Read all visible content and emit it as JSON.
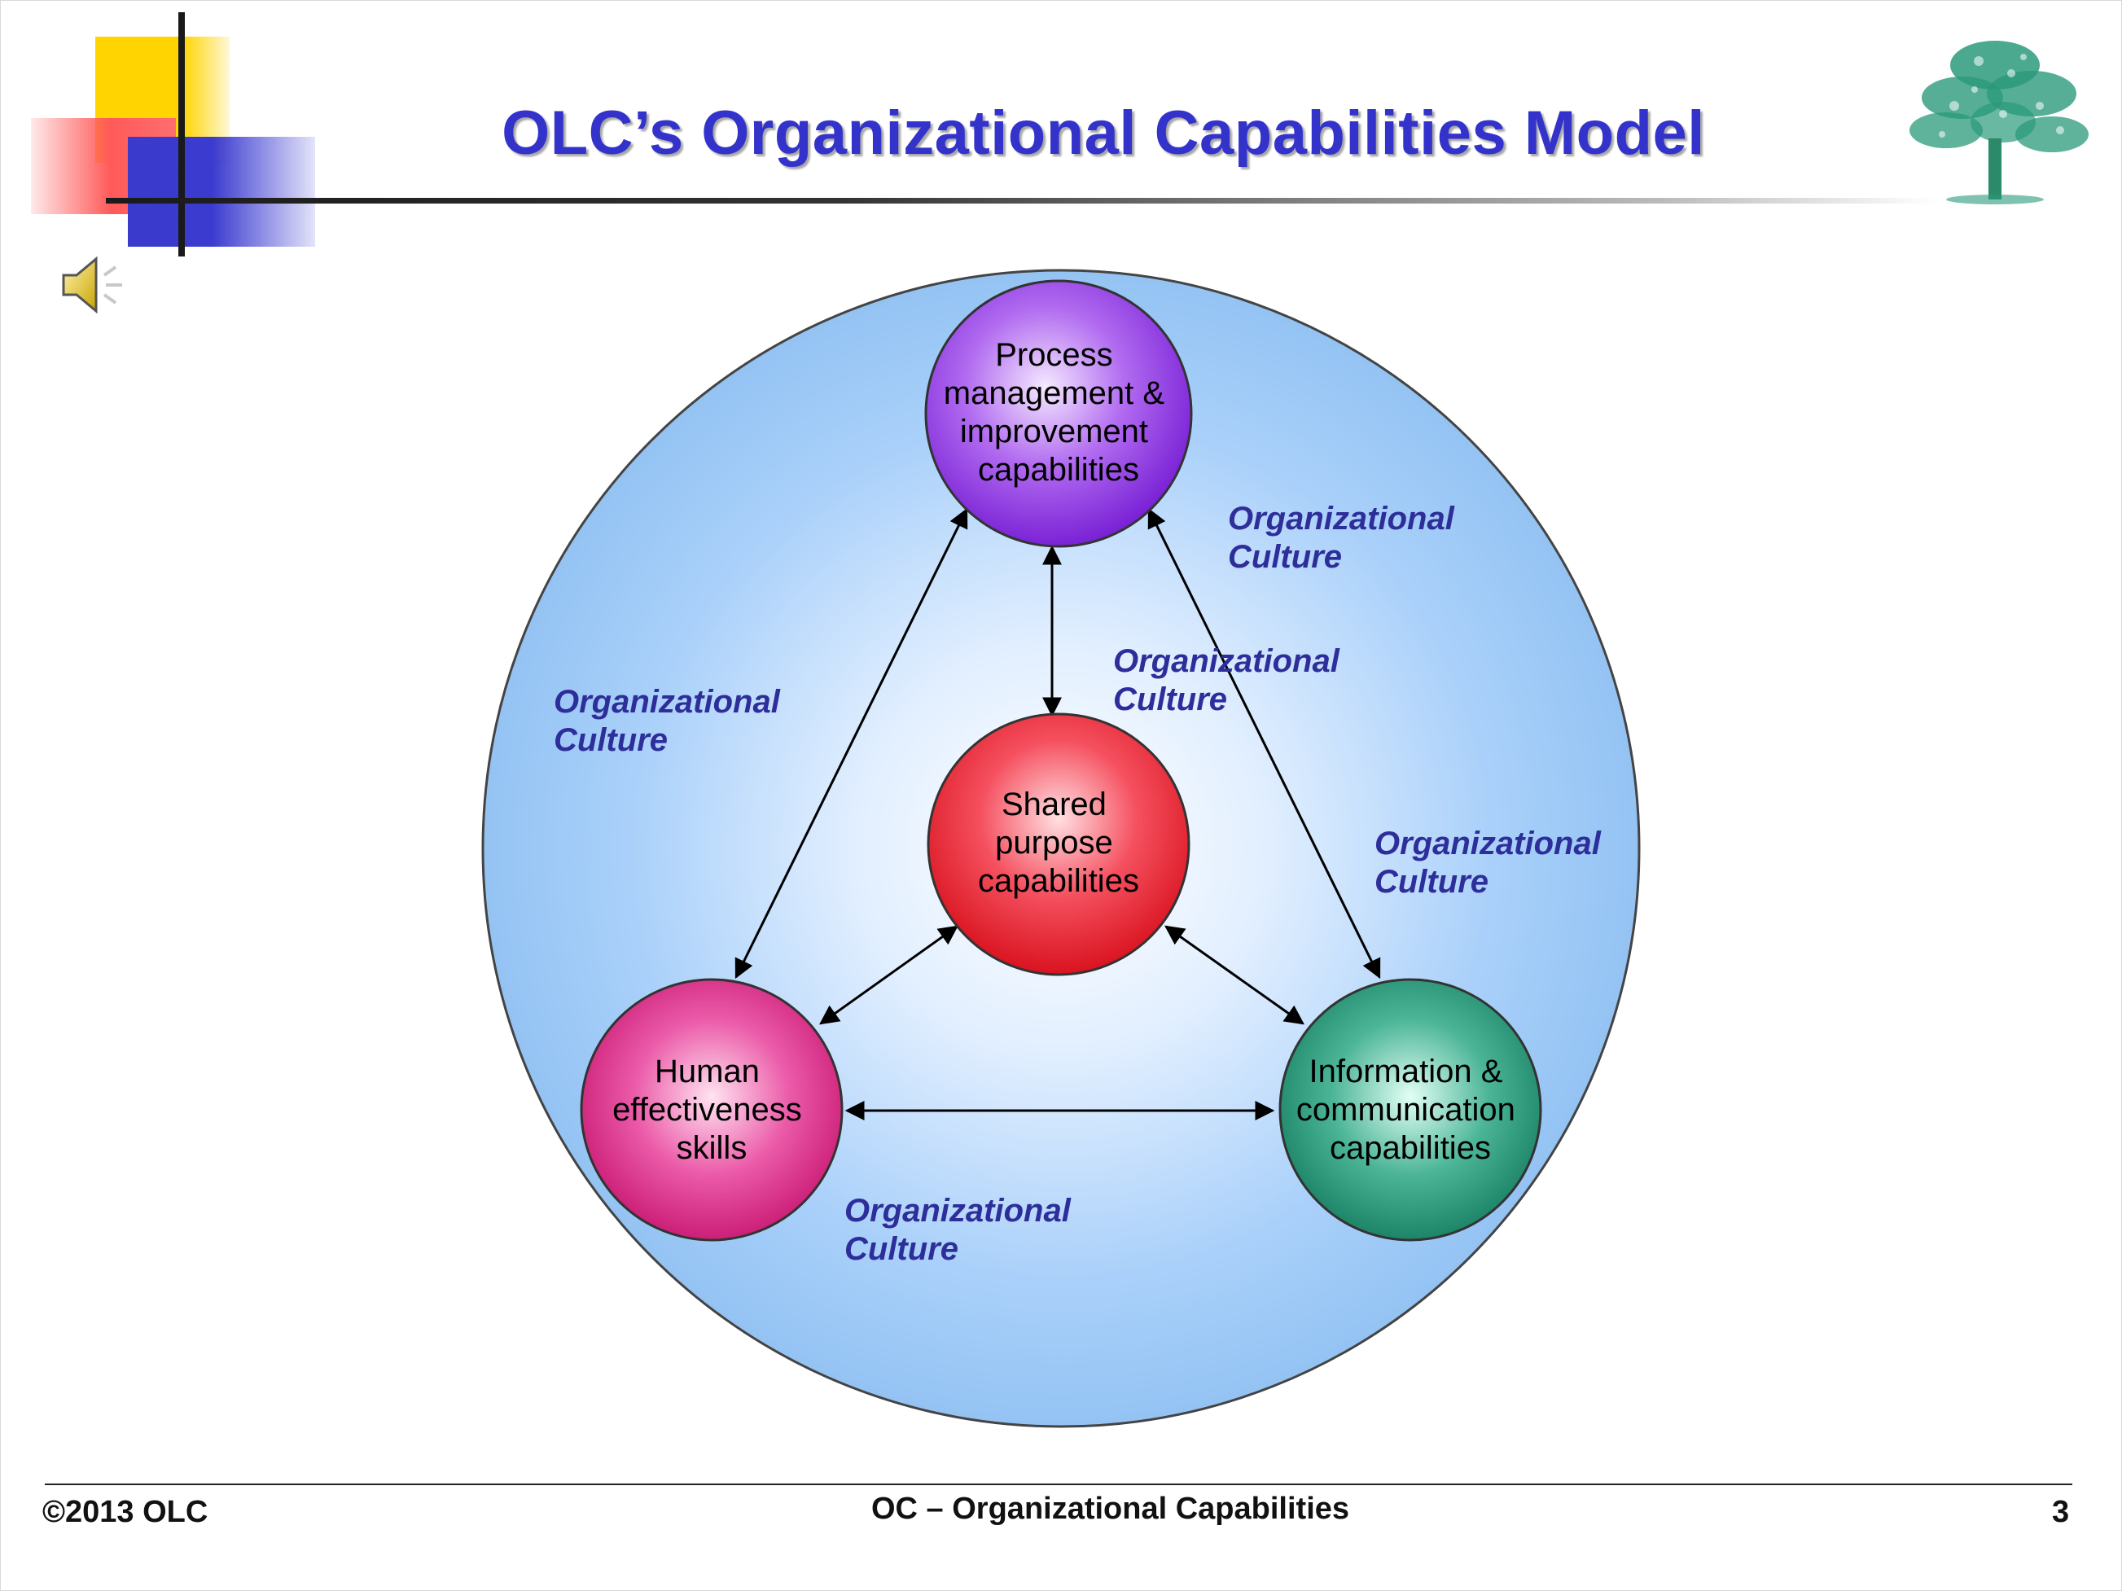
{
  "slide": {
    "title": "OLC’s Organizational Capabilities Model"
  },
  "diagram": {
    "nodes": {
      "process": [
        "Process",
        "management &",
        "improvement",
        "capabilities"
      ],
      "shared": [
        "Shared",
        "purpose",
        "capabilities"
      ],
      "human": [
        "Human",
        "effectiveness",
        "skills"
      ],
      "info": [
        "Information &",
        "communication",
        "capabilities"
      ]
    },
    "culture_labels": [
      [
        "Organizational",
        "Culture"
      ],
      [
        "Organizational",
        "Culture"
      ],
      [
        "Organizational",
        "Culture"
      ],
      [
        "Organizational",
        "Culture"
      ],
      [
        "Organizational",
        "Culture"
      ]
    ]
  },
  "footer": {
    "copyright": "©2013 OLC",
    "center": "OC – Organizational Capabilities",
    "page_number": "3"
  },
  "colors": {
    "title": "#3333cc",
    "culture_text": "#2e2e9a",
    "outer_circle": "#9dc8f4",
    "process_node": "#8a2be2",
    "shared_node": "#e8202e",
    "human_node": "#d81b7a",
    "info_node": "#1a8a6e"
  },
  "icons": [
    "speaker-icon",
    "tree-logo-icon"
  ]
}
